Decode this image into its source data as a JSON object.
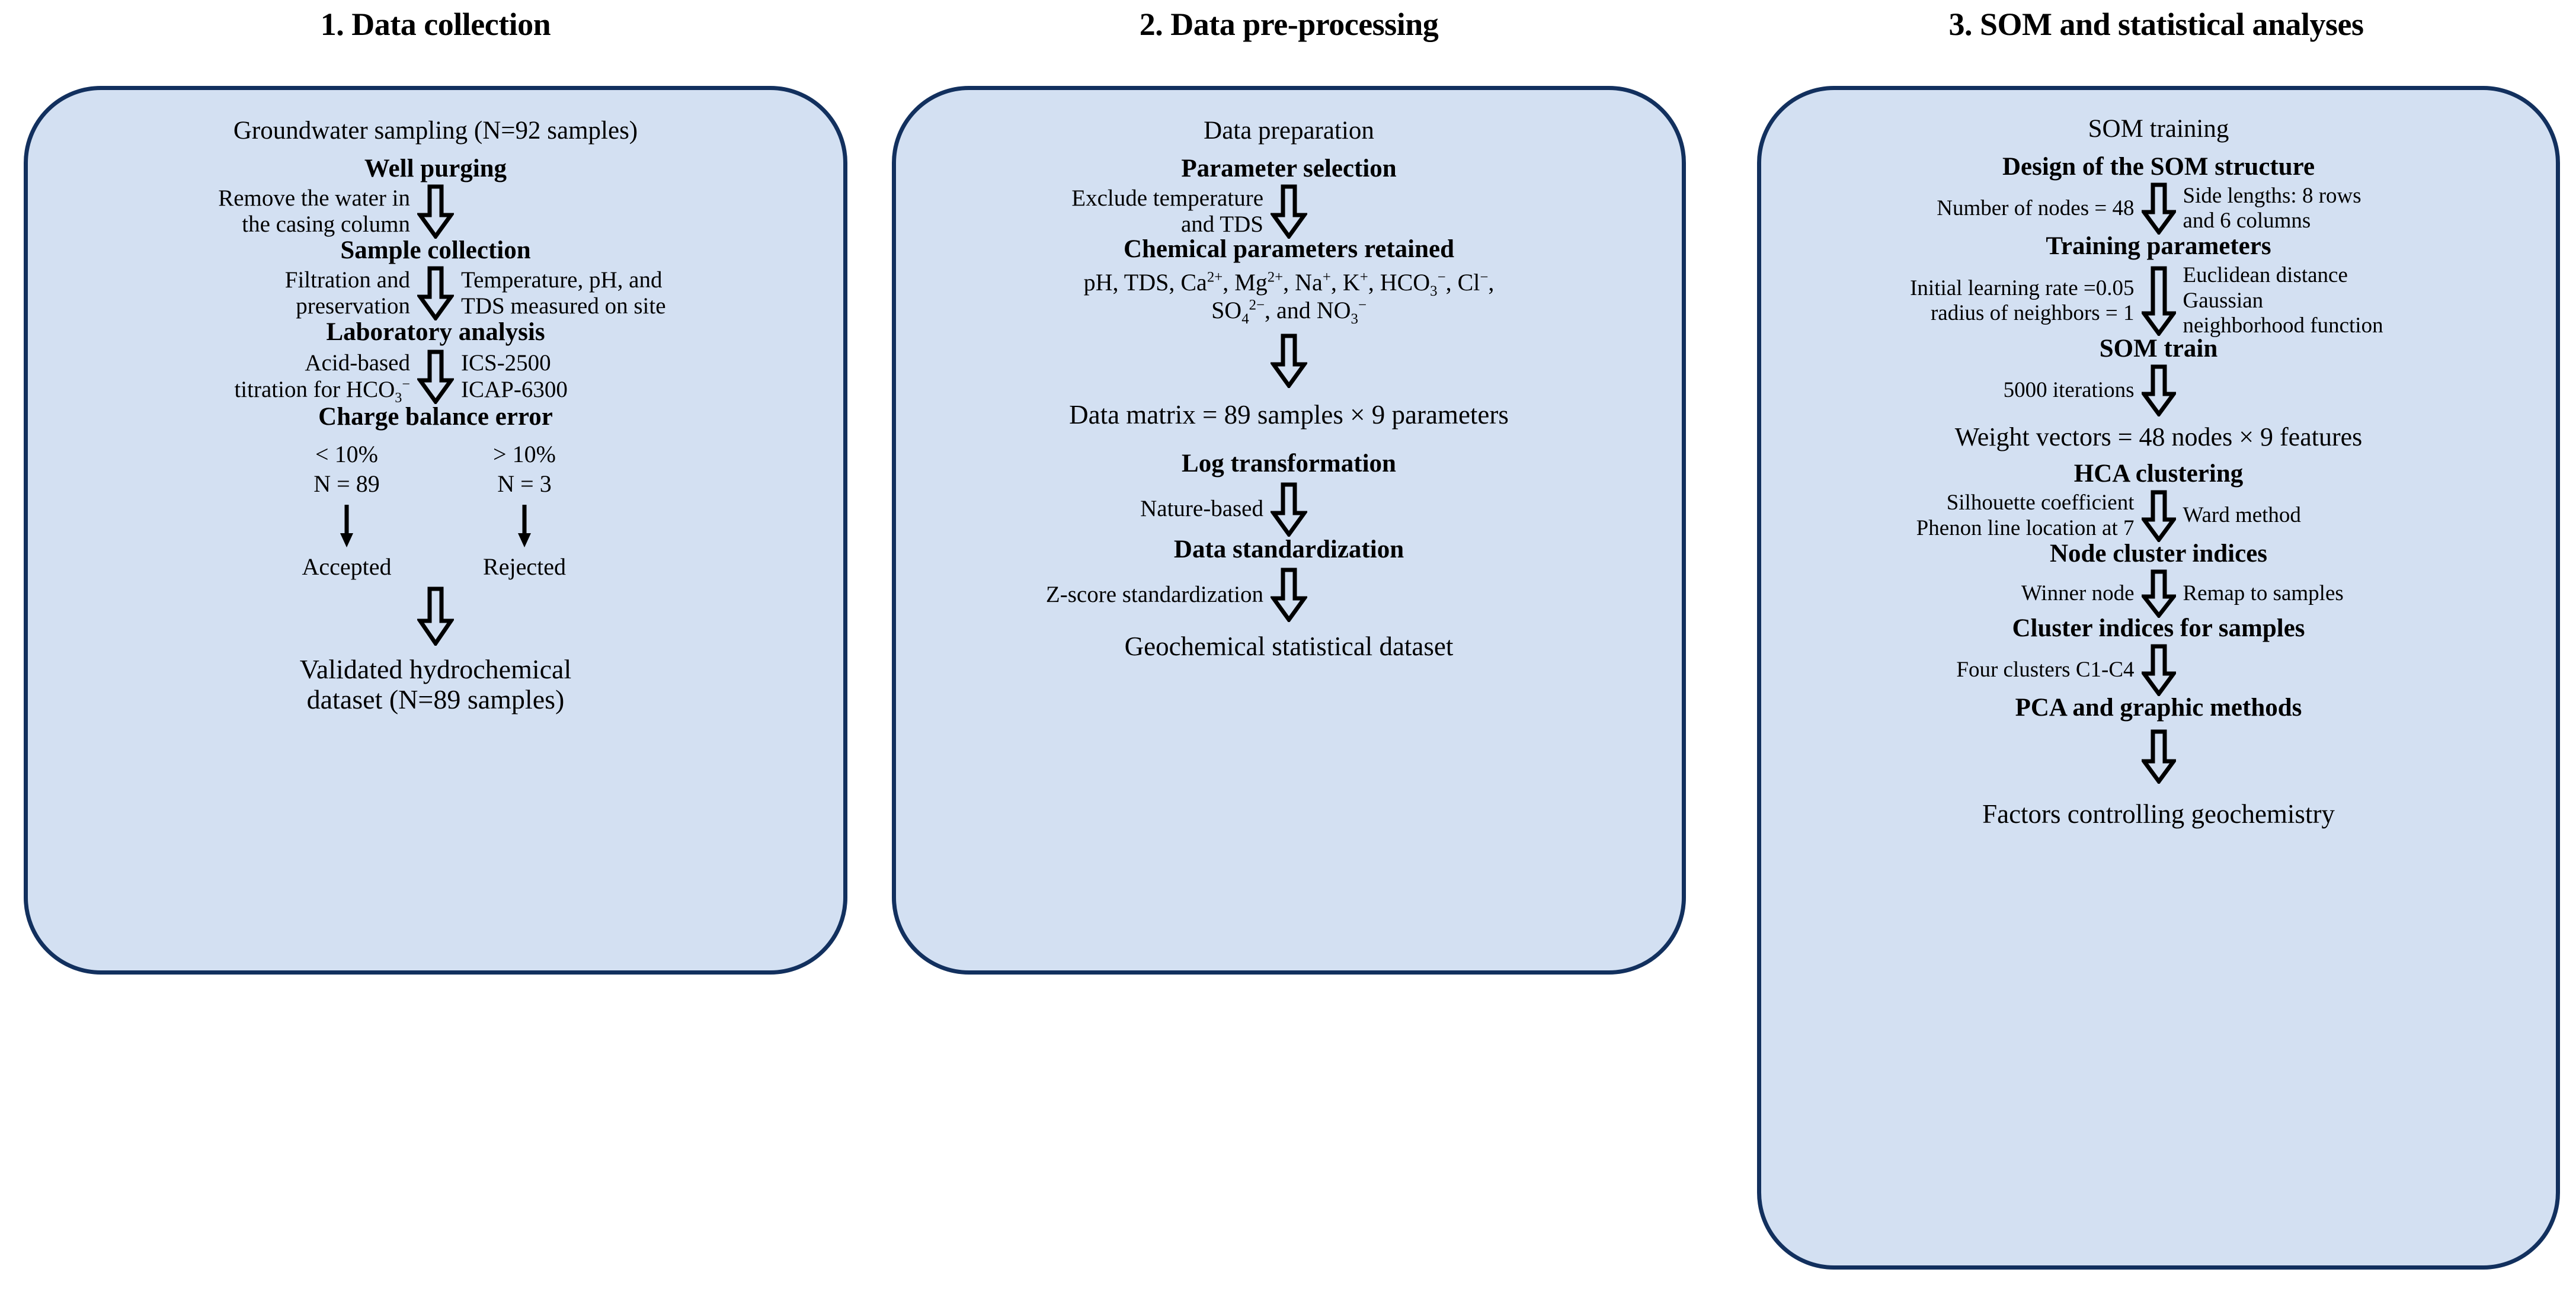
{
  "figure": {
    "background": "#ffffff",
    "panel_fill": "#d3e0f2",
    "panel_border": "#12305e",
    "arrow_color": "#000000"
  },
  "panels": [
    {
      "title": "1. Data collection",
      "steps": {
        "intro": "Groundwater sampling (N=92 samples)",
        "h1": "Well purging",
        "h1_left": "Remove the water in\nthe casing column",
        "h1_right": "",
        "h2": "Sample collection",
        "h2_left": "Filtration and\npreservation",
        "h2_right": "Temperature, pH, and\nTDS measured on site",
        "h3": "Laboratory analysis",
        "h3_left_line1": "Acid-based",
        "h3_left_line2_pre": "titration for HCO",
        "h3_left_line2_sub": "3",
        "h3_left_line2_sup": "−",
        "h3_right": "ICS-2500\nICAP-6300",
        "h4": "Charge balance error",
        "branch_left_cond": "< 10%",
        "branch_left_n": "N = 89",
        "branch_left_result": "Accepted",
        "branch_right_cond": "> 10%",
        "branch_right_n": "N = 3",
        "branch_right_result": "Rejected",
        "outcome": "Validated hydrochemical\ndataset (N=89 samples)"
      }
    },
    {
      "title": "2. Data pre-processing",
      "steps": {
        "intro": "Data preparation",
        "h1": "Parameter selection",
        "h1_left": "Exclude temperature\nand TDS",
        "h2": "Chemical parameters retained",
        "params_line1": "pH, TDS, Ca2+, Mg2+, Na+, K+, HCO3−, Cl−,",
        "params_line2": "SO42−, and NO3−",
        "matrix": "Data matrix = 89 samples × 9 parameters",
        "h3": "Log transformation",
        "h3_left": "Nature-based",
        "h4": "Data standardization",
        "h4_left": "Z-score standardization",
        "outcome": "Geochemical statistical dataset"
      }
    },
    {
      "title": "3. SOM and statistical analyses",
      "steps": {
        "intro": "SOM training",
        "h1": "Design of the SOM structure",
        "h1_left": "Number of nodes = 48",
        "h1_right": "Side lengths: 8 rows\nand 6 columns",
        "h2": "Training parameters",
        "h2_left": "Initial learning rate =0.05\nradius of neighbors = 1",
        "h2_right": "Euclidean distance\nGaussian\nneighborhood function",
        "h3": "SOM train",
        "h3_left": "5000 iterations",
        "weights": "Weight vectors = 48 nodes × 9 features",
        "h4": "HCA clustering",
        "h4_left": "Silhouette coefficient\nPhenon line location at 7",
        "h4_right": "Ward method",
        "h5": "Node cluster indices",
        "h5_left": "Winner node",
        "h5_right": "Remap to samples",
        "h6": "Cluster indices for samples",
        "h6_left": "Four clusters C1-C4",
        "h7": "PCA and graphic methods",
        "outcome": "Factors controlling geochemistry"
      }
    }
  ]
}
